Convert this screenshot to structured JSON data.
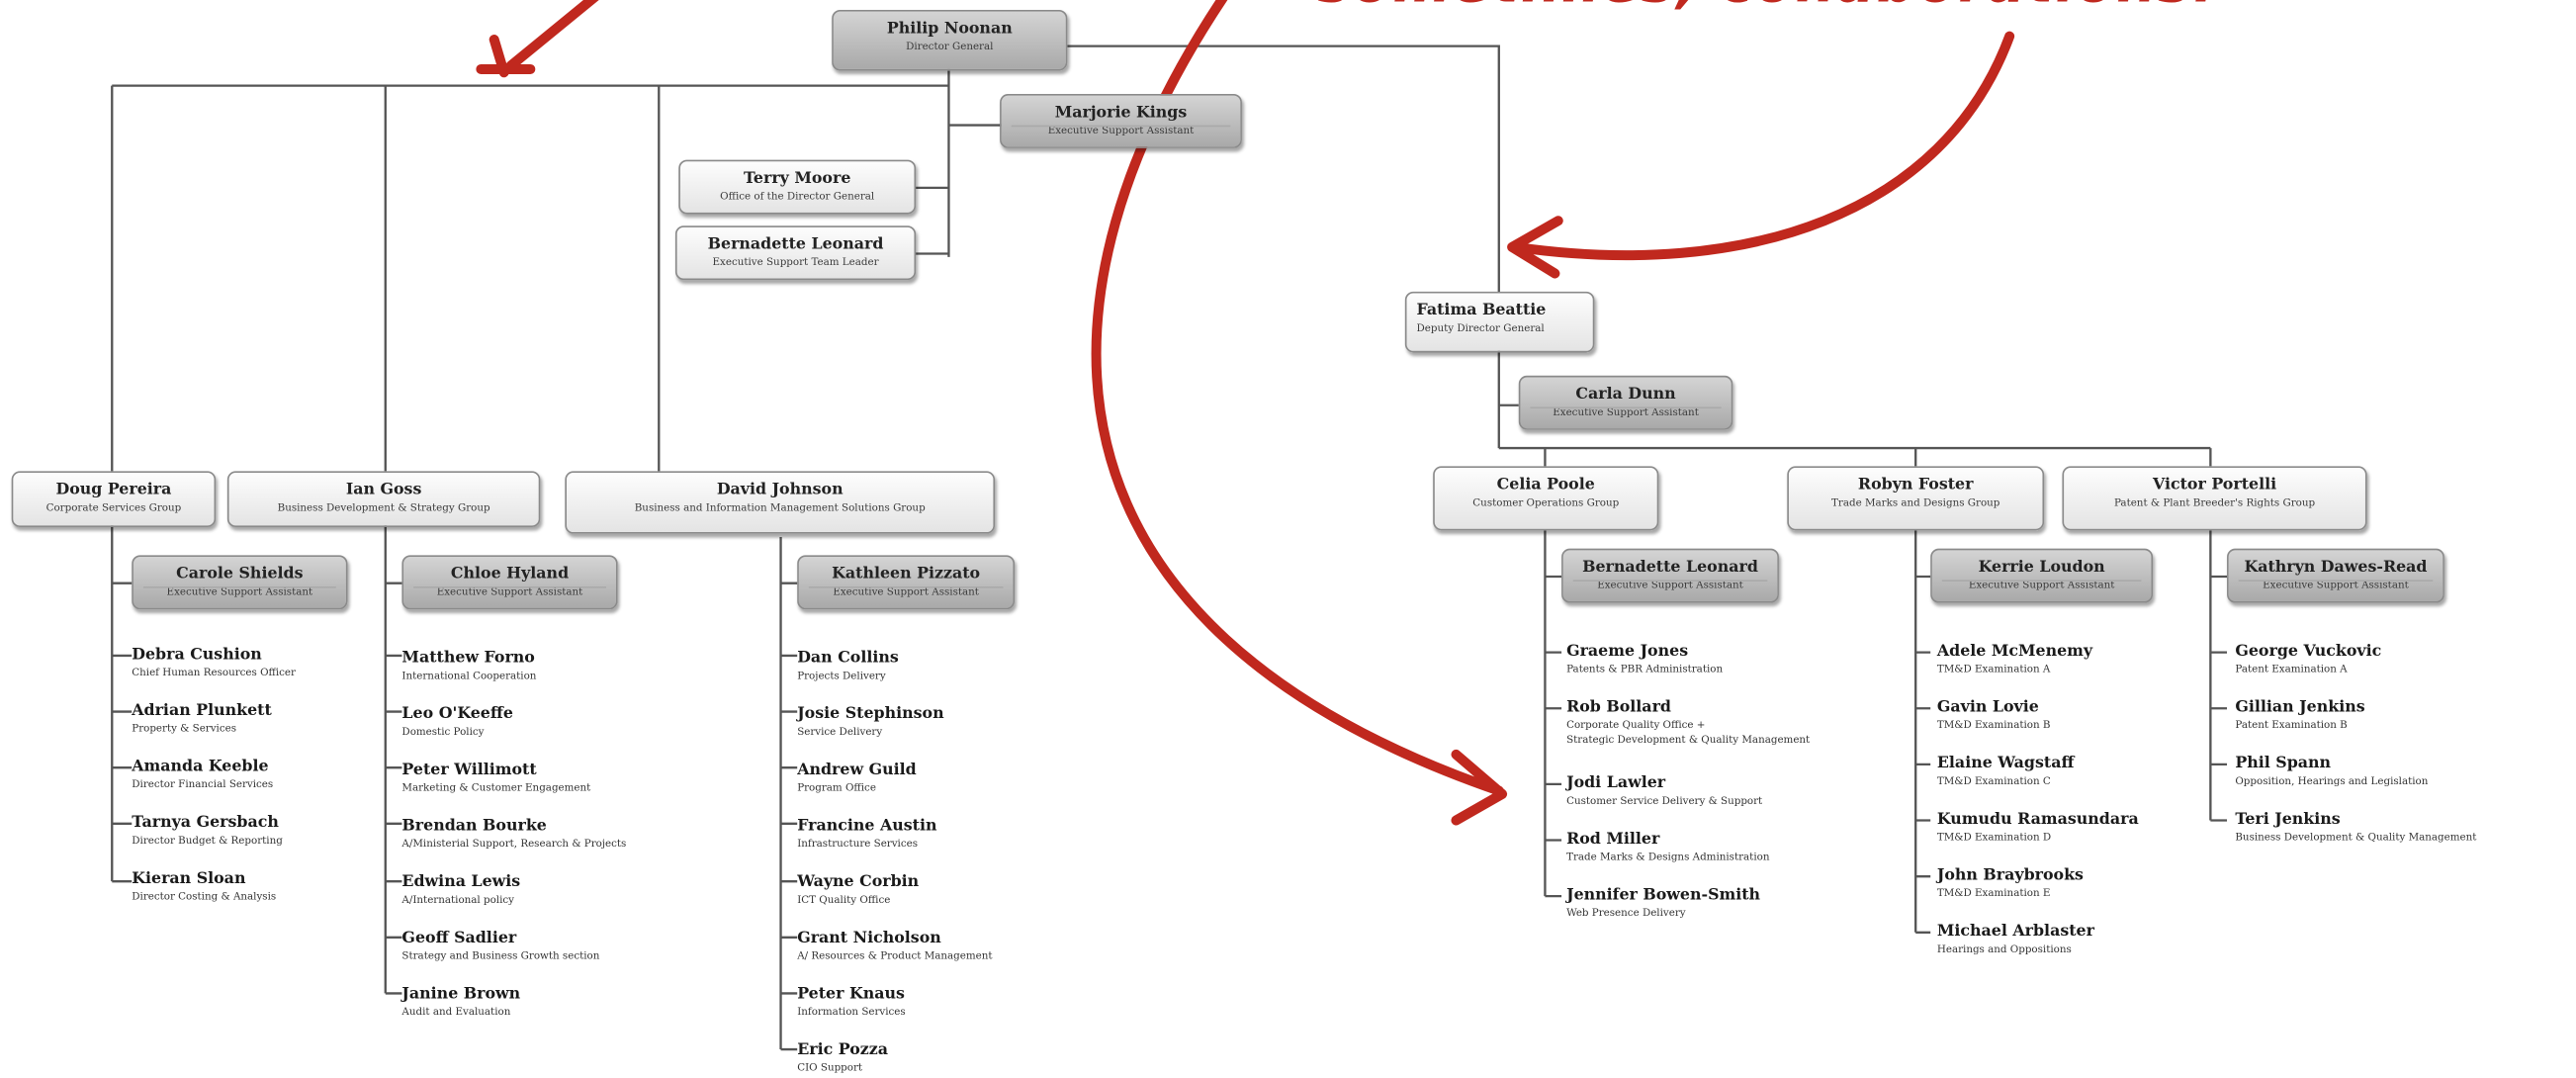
{
  "annotation": {
    "text": "sometimes, collaborations."
  },
  "top": {
    "name": "Philip Noonan",
    "title": "Director General"
  },
  "dg_assist": {
    "name": "Marjorie Kings",
    "title": "Executive Support Assistant"
  },
  "office": [
    {
      "name": "Terry Moore",
      "title": "Office of the Director General"
    },
    {
      "name": "Bernadette Leonard",
      "title": "Executive Support Team Leader"
    }
  ],
  "deputy": {
    "name": "Fatima Beattie",
    "title": "Deputy Director General"
  },
  "deputy_assist": {
    "name": "Carla Dunn",
    "title": "Executive Support Assistant"
  },
  "groups": [
    {
      "head": {
        "name": "Doug Pereira",
        "title": "Corporate Services Group"
      },
      "assistant": {
        "name": "Carole Shields",
        "title": "Executive Support Assistant"
      },
      "staff": [
        {
          "name": "Debra Cushion",
          "title": "Chief Human Resources Officer"
        },
        {
          "name": "Adrian Plunkett",
          "title": "Property & Services"
        },
        {
          "name": "Amanda Keeble",
          "title": "Director Financial Services"
        },
        {
          "name": "Tarnya Gersbach",
          "title": "Director Budget & Reporting"
        },
        {
          "name": "Kieran Sloan",
          "title": "Director Costing & Analysis"
        }
      ]
    },
    {
      "head": {
        "name": "Ian Goss",
        "title": "Business Development & Strategy Group"
      },
      "assistant": {
        "name": "Chloe Hyland",
        "title": "Executive Support Assistant"
      },
      "staff": [
        {
          "name": "Matthew Forno",
          "title": "International Cooperation"
        },
        {
          "name": "Leo O'Keeffe",
          "title": "Domestic Policy"
        },
        {
          "name": "Peter Willimott",
          "title": "Marketing & Customer Engagement"
        },
        {
          "name": "Brendan Bourke",
          "title": "A/Ministerial Support, Research & Projects"
        },
        {
          "name": "Edwina Lewis",
          "title": "A/International policy"
        },
        {
          "name": "Geoff Sadlier",
          "title": "Strategy and Business Growth section"
        },
        {
          "name": "Janine Brown",
          "title": "Audit and Evaluation"
        }
      ]
    },
    {
      "head": {
        "name": "David Johnson",
        "title": "Business and Information Management Solutions Group"
      },
      "assistant": {
        "name": "Kathleen Pizzato",
        "title": "Executive Support Assistant"
      },
      "staff": [
        {
          "name": "Dan Collins",
          "title": "Projects Delivery"
        },
        {
          "name": "Josie Stephinson",
          "title": "Service Delivery"
        },
        {
          "name": "Andrew Guild",
          "title": "Program Office"
        },
        {
          "name": "Francine Austin",
          "title": "Infrastructure Services"
        },
        {
          "name": "Wayne Corbin",
          "title": "ICT Quality Office"
        },
        {
          "name": "Grant Nicholson",
          "title": "A/ Resources & Product Management"
        },
        {
          "name": "Peter Knaus",
          "title": "Information Services"
        },
        {
          "name": "Eric Pozza",
          "title": "CIO Support"
        }
      ]
    },
    {
      "head": {
        "name": "Celia Poole",
        "title": "Customer Operations Group"
      },
      "assistant": {
        "name": "Bernadette Leonard",
        "title": "Executive Support Assistant"
      },
      "staff": [
        {
          "name": "Graeme Jones",
          "title": "Patents & PBR Administration"
        },
        {
          "name": "Rob Bollard",
          "title": "Corporate Quality Office  +",
          "title2": "Strategic Development & Quality Management"
        },
        {
          "name": "Jodi Lawler",
          "title": "Customer Service Delivery & Support"
        },
        {
          "name": "Rod Miller",
          "title": "Trade Marks & Designs Administration"
        },
        {
          "name": "Jennifer Bowen-Smith",
          "title": "Web Presence Delivery"
        }
      ]
    },
    {
      "head": {
        "name": "Robyn Foster",
        "title": "Trade Marks and Designs Group"
      },
      "assistant": {
        "name": "Kerrie Loudon",
        "title": "Executive Support Assistant"
      },
      "staff": [
        {
          "name": "Adele McMenemy",
          "title": "TM&D Examination A"
        },
        {
          "name": "Gavin Lovie",
          "title": "TM&D Examination B"
        },
        {
          "name": "Elaine Wagstaff",
          "title": "TM&D Examination C"
        },
        {
          "name": "Kumudu Ramasundara",
          "title": "TM&D Examination D"
        },
        {
          "name": "John Braybrooks",
          "title": "TM&D Examination E"
        },
        {
          "name": "Michael Arblaster",
          "title": "Hearings and Oppositions"
        }
      ]
    },
    {
      "head": {
        "name": "Victor Portelli",
        "title": "Patent & Plant Breeder's Rights Group"
      },
      "assistant": {
        "name": "Kathryn Dawes-Read",
        "title": "Executive Support Assistant"
      },
      "staff": [
        {
          "name": "George Vuckovic",
          "title": "Patent Examination A"
        },
        {
          "name": "Gillian Jenkins",
          "title": "Patent Examination B"
        },
        {
          "name": "Phil Spann",
          "title": "Opposition, Hearings and Legislation"
        },
        {
          "name": "Teri Jenkins",
          "title": "Business Development & Quality Management"
        }
      ]
    }
  ]
}
